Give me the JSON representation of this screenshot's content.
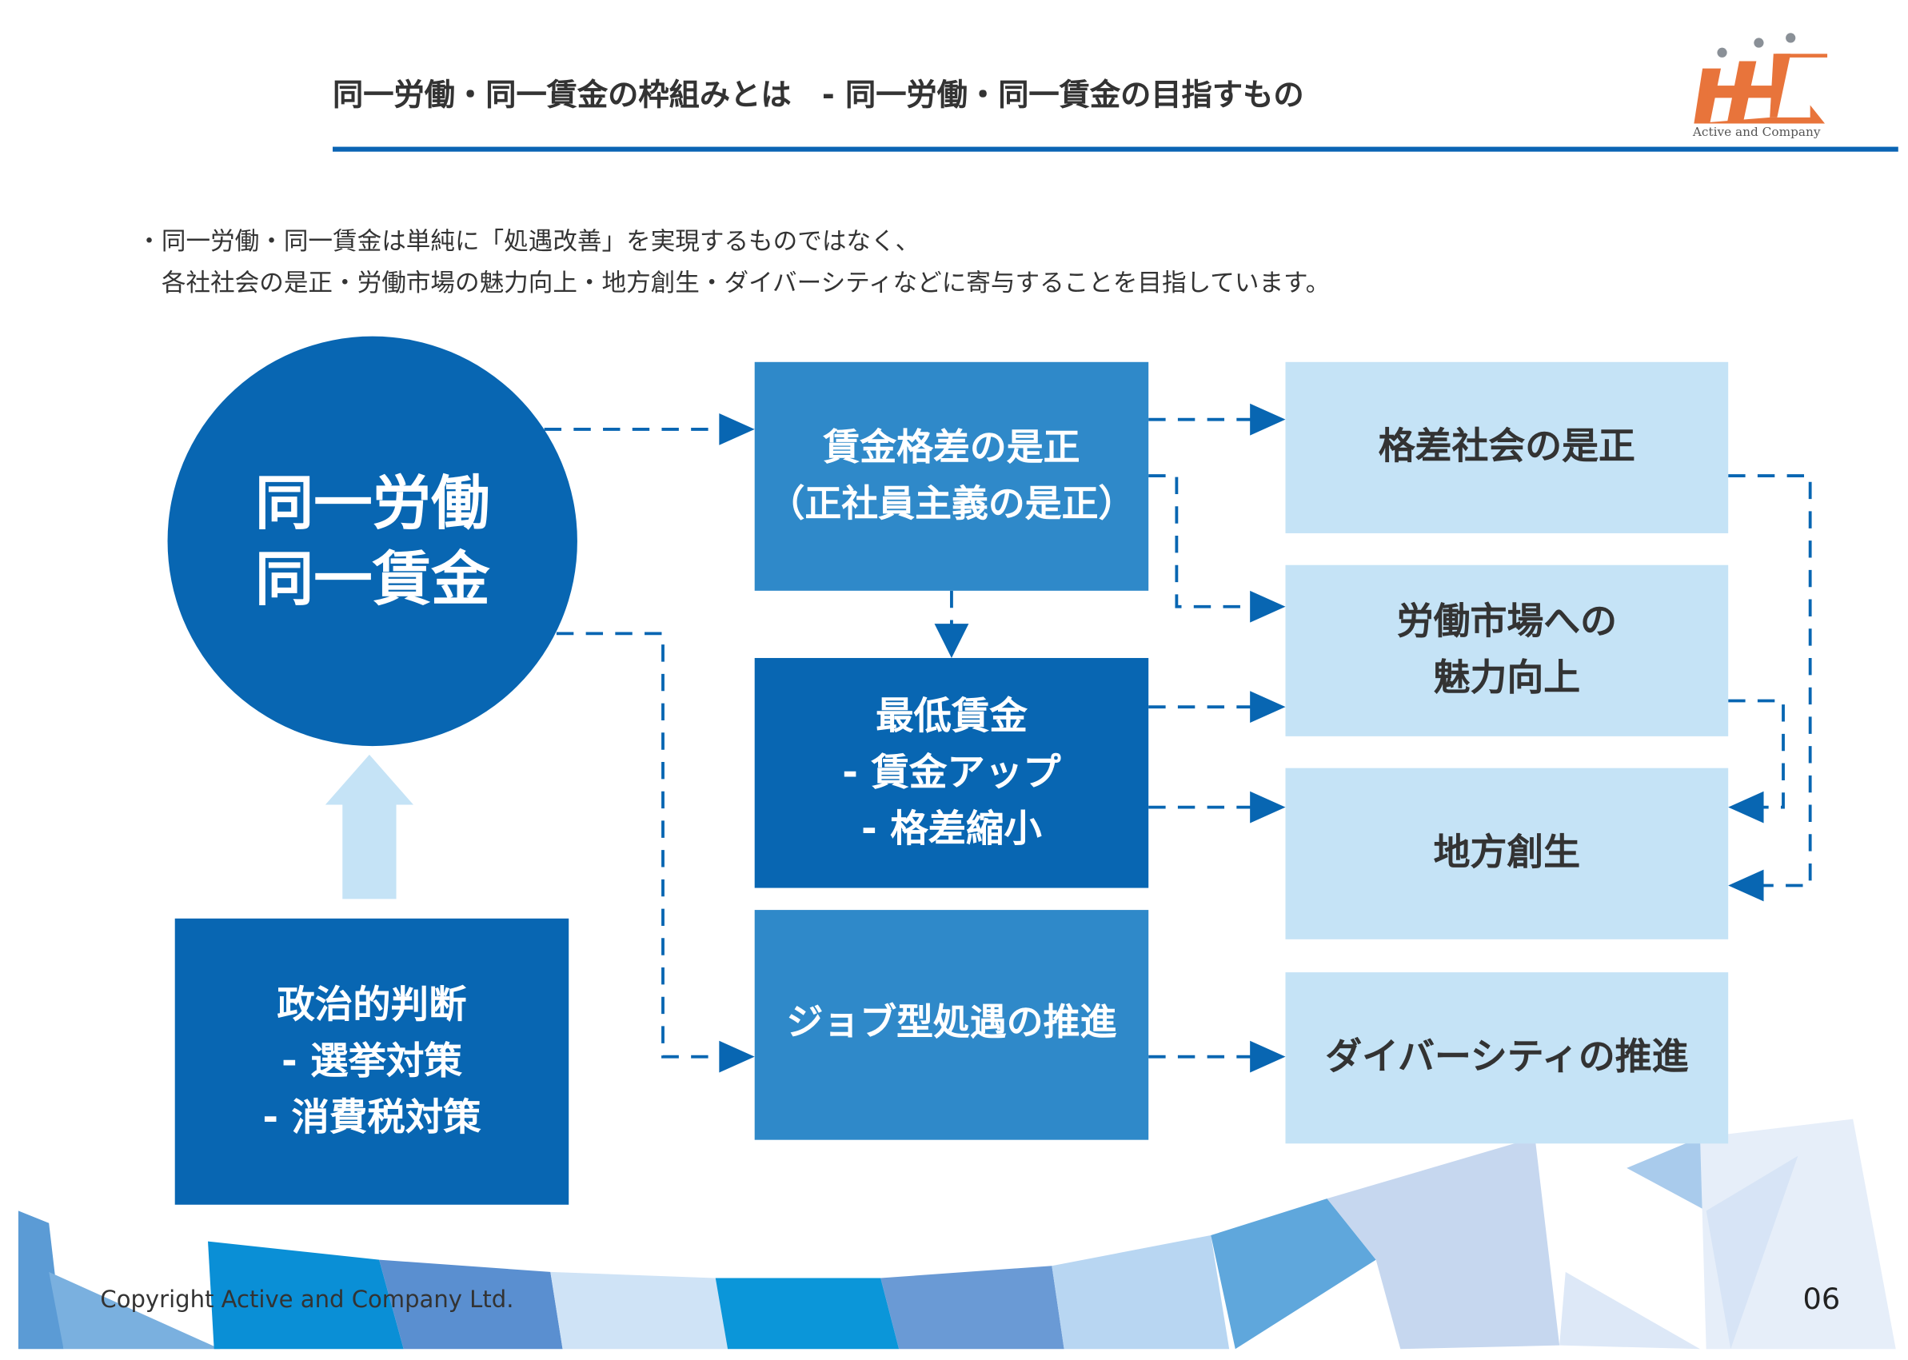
{
  "header": {
    "title": "同一労働・同一賃金の枠組みとは　- 同一労働・同一賃金の目指すもの",
    "logo_text": "Active and Company"
  },
  "lead": {
    "line1": "・同一労働・同一賃金は単純に「処遇改善」を実現するものではなく、",
    "line2": "　各社社会の是正・労働市場の魅力向上・地方創生・ダイバーシティなどに寄与することを目指しています。"
  },
  "diagram": {
    "center": {
      "line1": "同一労働",
      "line2": "同一賃金"
    },
    "driver": {
      "line1": "政治的判断",
      "line2": "- 選挙対策",
      "line3": "- 消費税対策"
    },
    "middle": [
      {
        "line1": "賃金格差の是正",
        "line2": "（正社員主義の是正）"
      },
      {
        "line1": "最低賃金",
        "line2": "- 賃金アップ",
        "line3": "- 格差縮小"
      },
      {
        "line1": "ジョブ型処遇の推進"
      }
    ],
    "outcomes": [
      {
        "line1": "格差社会の是正"
      },
      {
        "line1": "労働市場への",
        "line2": "魅力向上"
      },
      {
        "line1": "地方創生"
      },
      {
        "line1": "ダイバーシティの推進"
      }
    ]
  },
  "footer": {
    "copyright": "Copyright Active and Company Ltd.",
    "page": "06"
  },
  "colors": {
    "dark": "#0866b2",
    "mid": "#2f89c9",
    "light": "#c5e3f6",
    "logo": "#e8743b"
  }
}
